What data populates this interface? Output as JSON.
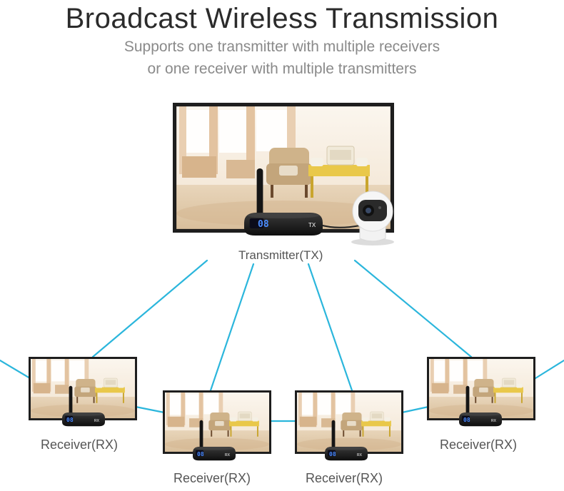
{
  "header": {
    "title": "Broadcast Wireless Transmission",
    "subtitle_line1": "Supports one transmitter with multiple receivers",
    "subtitle_line2": "or one receiver with multiple transmitters"
  },
  "transmitter": {
    "label": "Transmitter(TX)",
    "display": "08",
    "badge": "TX"
  },
  "receivers": [
    {
      "label": "Receiver(RX)",
      "display": "08",
      "badge": "RX"
    },
    {
      "label": "Receiver(RX)",
      "display": "08",
      "badge": "RX"
    },
    {
      "label": "Receiver(RX)",
      "display": "08",
      "badge": "RX"
    },
    {
      "label": "Receiver(RX)",
      "display": "08",
      "badge": "RX"
    }
  ],
  "colors": {
    "link_line": "#2bb6dc",
    "tv_frame": "#1e1e1e",
    "device_display": "#4a8cff",
    "chair": "#cfb38a",
    "table": "#e9c84a"
  }
}
